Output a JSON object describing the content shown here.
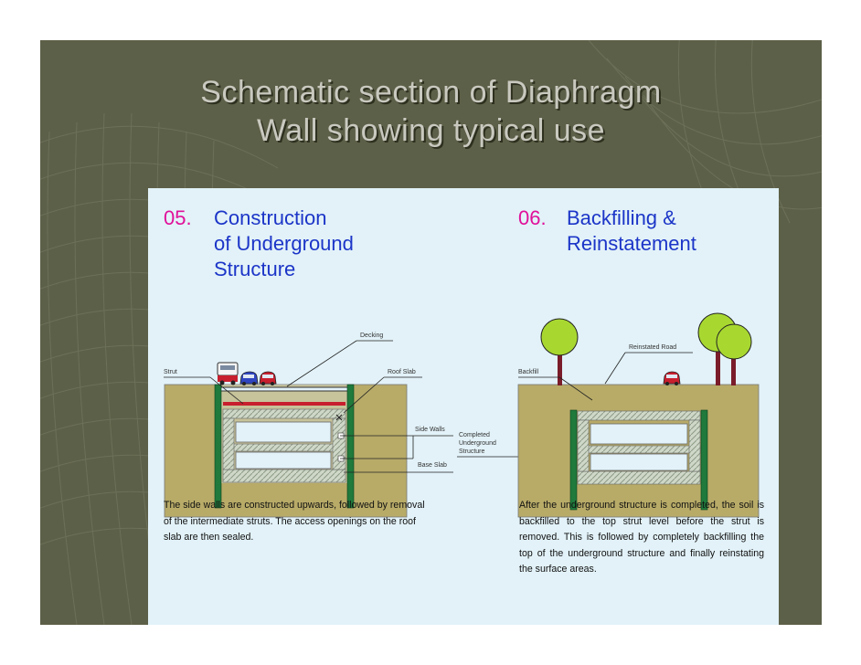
{
  "slide": {
    "title_line1": "Schematic section of Diaphragm",
    "title_line2": "Wall showing typical use"
  },
  "colors": {
    "background": "#5d6048",
    "panel": "#e2f2f8",
    "soil": "#b8ab68",
    "wall": "#1f7a3c",
    "step_number": "#e0109a",
    "step_title": "#1c35c8",
    "tree": "#a8d830",
    "trunk": "#7a1c2a"
  },
  "left": {
    "number": "05.",
    "title": [
      "Construction",
      "of Underground",
      "Structure"
    ],
    "labels": {
      "decking": "Decking",
      "strut": "Strut",
      "roof_slab": "Roof Slab",
      "side_walls": "Side Walls",
      "base_slab": "Base Slab"
    },
    "caption": "The side walls are constructed upwards, followed by removal of the intermediate struts. The access openings on the roof slab are then sealed."
  },
  "middle_label": [
    "Completed",
    "Underground",
    "Structure"
  ],
  "right": {
    "number": "06.",
    "title": [
      "Backfilling &",
      "Reinstatement"
    ],
    "labels": {
      "reinstated_road": "Reinstated Road",
      "backfill": "Backfill"
    },
    "caption": "After the underground structure is completed, the soil is backfilled to the top strut level before the strut is removed. This is followed by completely backfilling the top of the underground structure and finally reinstating the surface areas."
  }
}
